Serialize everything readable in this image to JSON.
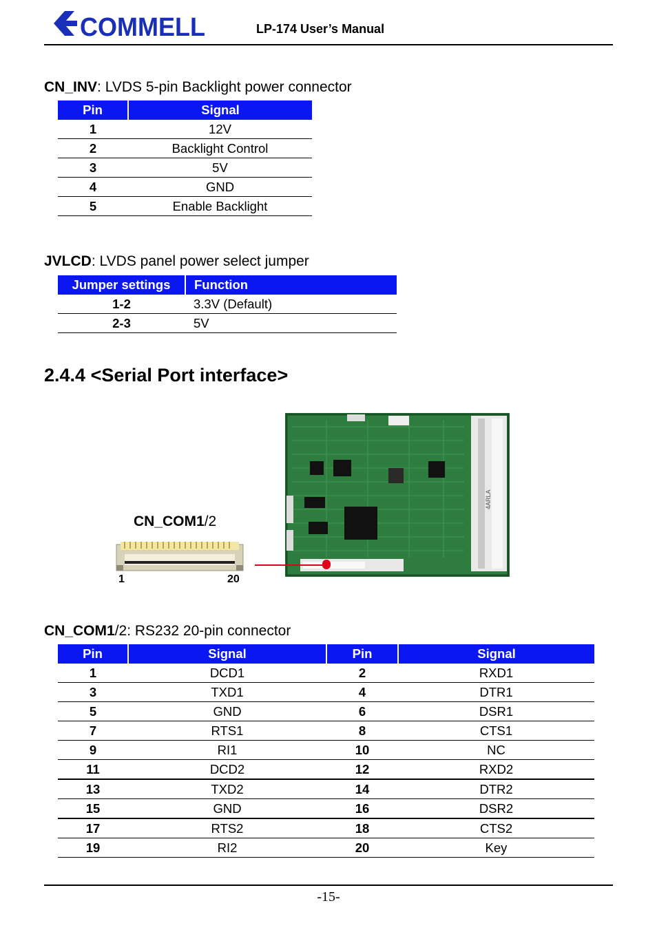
{
  "header": {
    "logo_text": "COMMELL",
    "title": "LP-174 User’s Manual"
  },
  "cn_inv": {
    "name": "CN_INV",
    "desc": ": LVDS 5-pin Backlight power connector",
    "columns": [
      "Pin",
      "Signal"
    ],
    "rows": [
      {
        "pin": "1",
        "signal": "12V"
      },
      {
        "pin": "2",
        "signal": "Backlight Control"
      },
      {
        "pin": "3",
        "signal": "5V"
      },
      {
        "pin": "4",
        "signal": "GND"
      },
      {
        "pin": "5",
        "signal": "Enable Backlight"
      }
    ]
  },
  "jvlcd": {
    "name": "JVLCD",
    "desc": ": LVDS panel power select jumper",
    "columns": [
      "Jumper settings",
      "Function"
    ],
    "rows": [
      {
        "setting": "1-2",
        "function": "3.3V (Default)"
      },
      {
        "setting": "2-3",
        "function": "5V"
      }
    ]
  },
  "section": {
    "number": "2.4.4",
    "title": "<Serial Port interface>"
  },
  "figure": {
    "connector_label_bold": "CN_COM1",
    "connector_label_rest": "/2",
    "pin_start": "1",
    "pin_end": "20",
    "board_marking": "4ARLA"
  },
  "cn_com": {
    "name_bold": "CN_COM1",
    "name_rest": "/2",
    "desc": ": RS232 20-pin connector",
    "columns": [
      "Pin",
      "Signal",
      "Pin",
      "Signal"
    ],
    "rows": [
      {
        "pin_a": "1",
        "sig_a": "DCD1",
        "pin_b": "2",
        "sig_b": "RXD1"
      },
      {
        "pin_a": "3",
        "sig_a": "TXD1",
        "pin_b": "4",
        "sig_b": "DTR1"
      },
      {
        "pin_a": "5",
        "sig_a": "GND",
        "pin_b": "6",
        "sig_b": "DSR1"
      },
      {
        "pin_a": "7",
        "sig_a": "RTS1",
        "pin_b": "8",
        "sig_b": "CTS1"
      },
      {
        "pin_a": "9",
        "sig_a": "RI1",
        "pin_b": "10",
        "sig_b": "NC"
      },
      {
        "pin_a": "11",
        "sig_a": "DCD2",
        "pin_b": "12",
        "sig_b": "RXD2"
      },
      {
        "pin_a": "13",
        "sig_a": "TXD2",
        "pin_b": "14",
        "sig_b": "DTR2"
      },
      {
        "pin_a": "15",
        "sig_a": "GND",
        "pin_b": "16",
        "sig_b": "DSR2"
      },
      {
        "pin_a": "17",
        "sig_a": "RTS2",
        "pin_b": "18",
        "sig_b": "CTS2"
      },
      {
        "pin_a": "19",
        "sig_a": "RI2",
        "pin_b": "20",
        "sig_b": "Key"
      }
    ]
  },
  "footer": {
    "page": "-15-"
  },
  "colors": {
    "table_header_bg": "#0a17f2",
    "table_header_text": "#ffffff",
    "logo_blue": "#1a2fb8",
    "pointer_red": "#e0001a"
  }
}
